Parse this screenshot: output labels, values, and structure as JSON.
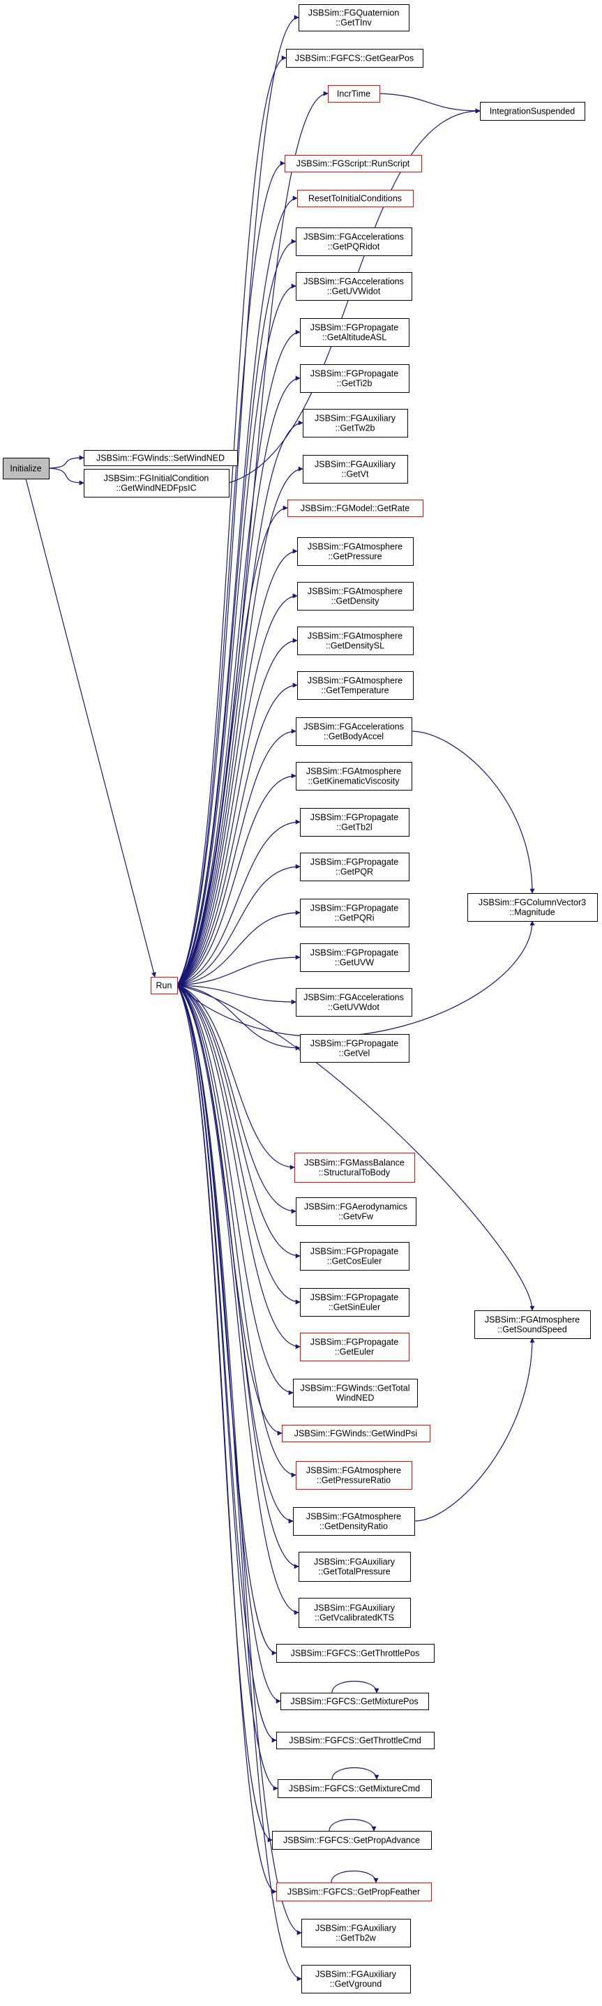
{
  "colors": {
    "edge": "#191970",
    "node_border": "#000000",
    "node_border_truncated": "#ff0000",
    "root_fill": "#bfbfbf",
    "node_fill": "#ffffff"
  },
  "nodes": [
    {
      "id": "initialize",
      "lines": [
        "Initialize"
      ],
      "root": true
    },
    {
      "id": "set_wind_ned",
      "lines": [
        "JSBSim::FGWinds::SetWindNED"
      ]
    },
    {
      "id": "get_wind_ned_fps_ic",
      "lines": [
        "JSBSim::FGInitialCondition",
        "::GetWindNEDFpsIC"
      ]
    },
    {
      "id": "run",
      "lines": [
        "Run"
      ],
      "truncated": true
    },
    {
      "id": "quaternion_get_tinv",
      "lines": [
        "JSBSim::FGQuaternion",
        "::GetTInv"
      ]
    },
    {
      "id": "fcs_get_gear_pos",
      "lines": [
        "JSBSim::FGFCS::GetGearPos"
      ]
    },
    {
      "id": "incr_time",
      "lines": [
        "IncrTime"
      ],
      "truncated": true
    },
    {
      "id": "integration_suspended",
      "lines": [
        "IntegrationSuspended"
      ]
    },
    {
      "id": "script_run_script",
      "lines": [
        "JSBSim::FGScript::RunScript"
      ],
      "truncated": true
    },
    {
      "id": "reset_to_initial_conditions",
      "lines": [
        "ResetToInitialConditions"
      ],
      "truncated": true
    },
    {
      "id": "acc_get_pqr_idot",
      "lines": [
        "JSBSim::FGAccelerations",
        "::GetPQRidot"
      ]
    },
    {
      "id": "acc_get_uvw_idot",
      "lines": [
        "JSBSim::FGAccelerations",
        "::GetUVWidot"
      ]
    },
    {
      "id": "prop_get_altitude_asl",
      "lines": [
        "JSBSim::FGPropagate",
        "::GetAltitudeASL"
      ]
    },
    {
      "id": "prop_get_ti2b",
      "lines": [
        "JSBSim::FGPropagate",
        "::GetTi2b"
      ]
    },
    {
      "id": "aux_get_tw2b",
      "lines": [
        "JSBSim::FGAuxiliary",
        "::GetTw2b"
      ]
    },
    {
      "id": "aux_get_vt",
      "lines": [
        "JSBSim::FGAuxiliary",
        "::GetVt"
      ]
    },
    {
      "id": "model_get_rate",
      "lines": [
        "JSBSim::FGModel::GetRate"
      ],
      "truncated": true
    },
    {
      "id": "atm_get_pressure",
      "lines": [
        "JSBSim::FGAtmosphere",
        "::GetPressure"
      ]
    },
    {
      "id": "atm_get_density",
      "lines": [
        "JSBSim::FGAtmosphere",
        "::GetDensity"
      ]
    },
    {
      "id": "atm_get_density_sl",
      "lines": [
        "JSBSim::FGAtmosphere",
        "::GetDensitySL"
      ]
    },
    {
      "id": "atm_get_temperature",
      "lines": [
        "JSBSim::FGAtmosphere",
        "::GetTemperature"
      ]
    },
    {
      "id": "acc_get_body_accel",
      "lines": [
        "JSBSim::FGAccelerations",
        "::GetBodyAccel"
      ]
    },
    {
      "id": "atm_get_kinematic_viscosity",
      "lines": [
        "JSBSim::FGAtmosphere",
        "::GetKinematicViscosity"
      ]
    },
    {
      "id": "prop_get_tb2l",
      "lines": [
        "JSBSim::FGPropagate",
        "::GetTb2l"
      ]
    },
    {
      "id": "prop_get_pqr",
      "lines": [
        "JSBSim::FGPropagate",
        "::GetPQR"
      ]
    },
    {
      "id": "prop_get_pqri",
      "lines": [
        "JSBSim::FGPropagate",
        "::GetPQRi"
      ]
    },
    {
      "id": "prop_get_uvw",
      "lines": [
        "JSBSim::FGPropagate",
        "::GetUVW"
      ]
    },
    {
      "id": "acc_get_uvwdot",
      "lines": [
        "JSBSim::FGAccelerations",
        "::GetUVWdot"
      ]
    },
    {
      "id": "prop_get_vel",
      "lines": [
        "JSBSim::FGPropagate",
        "::GetVel"
      ]
    },
    {
      "id": "column_vector3_magnitude",
      "lines": [
        "JSBSim::FGColumnVector3",
        "::Magnitude"
      ]
    },
    {
      "id": "mass_structural_to_body",
      "lines": [
        "JSBSim::FGMassBalance",
        "::StructuralToBody"
      ],
      "truncated": true
    },
    {
      "id": "aero_get_vfw",
      "lines": [
        "JSBSim::FGAerodynamics",
        "::GetvFw"
      ]
    },
    {
      "id": "prop_get_cos_euler",
      "lines": [
        "JSBSim::FGPropagate",
        "::GetCosEuler"
      ]
    },
    {
      "id": "prop_get_sin_euler",
      "lines": [
        "JSBSim::FGPropagate",
        "::GetSinEuler"
      ]
    },
    {
      "id": "prop_get_euler",
      "lines": [
        "JSBSim::FGPropagate",
        "::GetEuler"
      ],
      "truncated": true
    },
    {
      "id": "winds_get_total_wind_ned",
      "lines": [
        "JSBSim::FGWinds::GetTotal",
        "WindNED"
      ]
    },
    {
      "id": "winds_get_wind_psi",
      "lines": [
        "JSBSim::FGWinds::GetWindPsi"
      ],
      "truncated": true
    },
    {
      "id": "atm_get_pressure_ratio",
      "lines": [
        "JSBSim::FGAtmosphere",
        "::GetPressureRatio"
      ],
      "truncated": true
    },
    {
      "id": "atm_get_density_ratio",
      "lines": [
        "JSBSim::FGAtmosphere",
        "::GetDensityRatio"
      ]
    },
    {
      "id": "atm_get_sound_speed",
      "lines": [
        "JSBSim::FGAtmosphere",
        "::GetSoundSpeed"
      ]
    },
    {
      "id": "aux_get_total_pressure",
      "lines": [
        "JSBSim::FGAuxiliary",
        "::GetTotalPressure"
      ]
    },
    {
      "id": "aux_get_vcalibrated_kts",
      "lines": [
        "JSBSim::FGAuxiliary",
        "::GetVcalibratedKTS"
      ]
    },
    {
      "id": "fcs_get_throttle_pos",
      "lines": [
        "JSBSim::FGFCS::GetThrottlePos"
      ]
    },
    {
      "id": "fcs_get_mixture_pos",
      "lines": [
        "JSBSim::FGFCS::GetMixturePos"
      ]
    },
    {
      "id": "fcs_get_throttle_cmd",
      "lines": [
        "JSBSim::FGFCS::GetThrottleCmd"
      ]
    },
    {
      "id": "fcs_get_mixture_cmd",
      "lines": [
        "JSBSim::FGFCS::GetMixtureCmd"
      ]
    },
    {
      "id": "fcs_get_prop_advance",
      "lines": [
        "JSBSim::FGFCS::GetPropAdvance"
      ]
    },
    {
      "id": "fcs_get_prop_feather",
      "lines": [
        "JSBSim::FGFCS::GetPropFeather"
      ],
      "truncated": true
    },
    {
      "id": "aux_get_tb2w",
      "lines": [
        "JSBSim::FGAuxiliary",
        "::GetTb2w"
      ]
    },
    {
      "id": "aux_get_vground",
      "lines": [
        "JSBSim::FGAuxiliary",
        "::GetVground"
      ]
    }
  ],
  "edges": [
    [
      "initialize",
      "set_wind_ned"
    ],
    [
      "initialize",
      "get_wind_ned_fps_ic"
    ],
    [
      "initialize",
      "run"
    ],
    [
      "get_wind_ned_fps_ic",
      "integration_suspended"
    ],
    [
      "incr_time",
      "integration_suspended"
    ],
    [
      "run",
      "quaternion_get_tinv"
    ],
    [
      "run",
      "fcs_get_gear_pos"
    ],
    [
      "run",
      "incr_time"
    ],
    [
      "run",
      "script_run_script"
    ],
    [
      "run",
      "reset_to_initial_conditions"
    ],
    [
      "run",
      "acc_get_pqr_idot"
    ],
    [
      "run",
      "acc_get_uvw_idot"
    ],
    [
      "run",
      "prop_get_altitude_asl"
    ],
    [
      "run",
      "prop_get_ti2b"
    ],
    [
      "run",
      "aux_get_tw2b"
    ],
    [
      "run",
      "aux_get_vt"
    ],
    [
      "run",
      "model_get_rate"
    ],
    [
      "run",
      "atm_get_pressure"
    ],
    [
      "run",
      "atm_get_density"
    ],
    [
      "run",
      "atm_get_density_sl"
    ],
    [
      "run",
      "atm_get_temperature"
    ],
    [
      "run",
      "acc_get_body_accel"
    ],
    [
      "run",
      "atm_get_kinematic_viscosity"
    ],
    [
      "run",
      "prop_get_tb2l"
    ],
    [
      "run",
      "prop_get_pqr"
    ],
    [
      "run",
      "prop_get_pqri"
    ],
    [
      "run",
      "prop_get_uvw"
    ],
    [
      "run",
      "acc_get_uvwdot"
    ],
    [
      "run",
      "prop_get_vel"
    ],
    [
      "run",
      "column_vector3_magnitude"
    ],
    [
      "acc_get_body_accel",
      "column_vector3_magnitude"
    ],
    [
      "run",
      "mass_structural_to_body"
    ],
    [
      "run",
      "aero_get_vfw"
    ],
    [
      "run",
      "prop_get_cos_euler"
    ],
    [
      "run",
      "prop_get_sin_euler"
    ],
    [
      "run",
      "prop_get_euler"
    ],
    [
      "run",
      "winds_get_total_wind_ned"
    ],
    [
      "run",
      "winds_get_wind_psi"
    ],
    [
      "run",
      "atm_get_pressure_ratio"
    ],
    [
      "run",
      "atm_get_density_ratio"
    ],
    [
      "run",
      "atm_get_sound_speed"
    ],
    [
      "atm_get_density_ratio",
      "atm_get_sound_speed"
    ],
    [
      "run",
      "aux_get_total_pressure"
    ],
    [
      "run",
      "aux_get_vcalibrated_kts"
    ],
    [
      "run",
      "fcs_get_throttle_pos"
    ],
    [
      "run",
      "fcs_get_mixture_pos"
    ],
    [
      "fcs_get_mixture_pos",
      "fcs_get_mixture_pos"
    ],
    [
      "run",
      "fcs_get_throttle_cmd"
    ],
    [
      "run",
      "fcs_get_mixture_cmd"
    ],
    [
      "fcs_get_mixture_cmd",
      "fcs_get_mixture_cmd"
    ],
    [
      "run",
      "fcs_get_prop_advance"
    ],
    [
      "fcs_get_prop_advance",
      "fcs_get_prop_advance"
    ],
    [
      "run",
      "fcs_get_prop_feather"
    ],
    [
      "fcs_get_prop_feather",
      "fcs_get_prop_feather"
    ],
    [
      "run",
      "aux_get_tb2w"
    ],
    [
      "run",
      "aux_get_vground"
    ]
  ]
}
